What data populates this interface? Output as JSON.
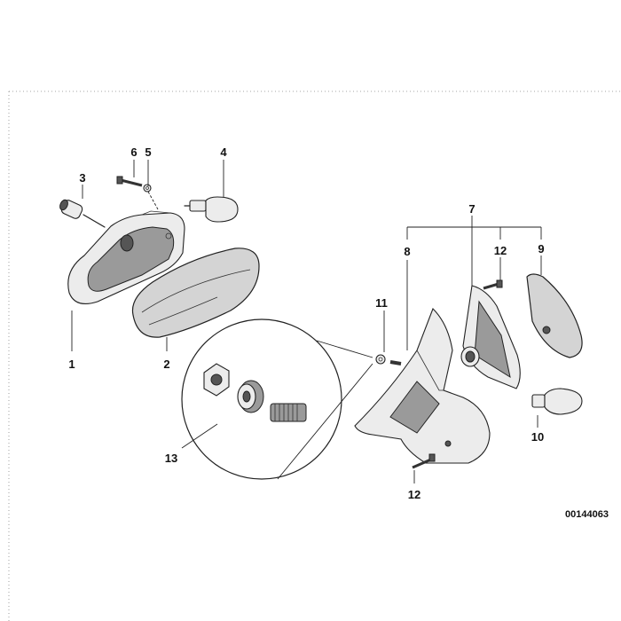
{
  "callouts": {
    "n1": "1",
    "n2": "2",
    "n3": "3",
    "n4": "4",
    "n5": "5",
    "n6": "6",
    "n7": "7",
    "n8": "8",
    "n9": "9",
    "n10": "10",
    "n11": "11",
    "n12a": "12",
    "n12b": "12",
    "n13": "13"
  },
  "document_number": "00144063"
}
